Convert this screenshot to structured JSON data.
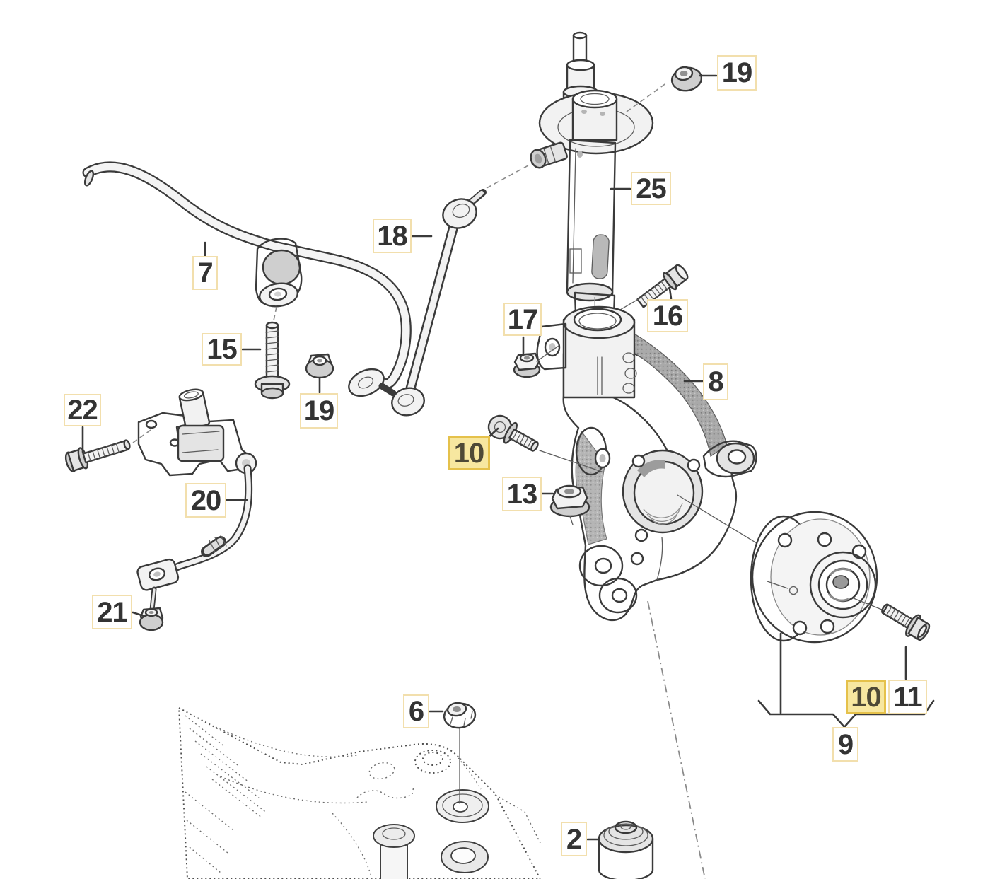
{
  "diagram": {
    "kind": "exploded-parts-diagram",
    "subject": "front suspension: strut, stabilizer bar, steering knuckle, wheel hub, level sensor, subframe",
    "callouts": {
      "n19top": {
        "text": "19",
        "highlighted": false
      },
      "n25": {
        "text": "25",
        "highlighted": false
      },
      "n18": {
        "text": "18",
        "highlighted": false
      },
      "n7": {
        "text": "7",
        "highlighted": false
      },
      "n16": {
        "text": "16",
        "highlighted": false
      },
      "n17": {
        "text": "17",
        "highlighted": false
      },
      "n15": {
        "text": "15",
        "highlighted": false
      },
      "n19mid": {
        "text": "19",
        "highlighted": false
      },
      "n8": {
        "text": "8",
        "highlighted": false
      },
      "n22": {
        "text": "22",
        "highlighted": false
      },
      "n10knuckle": {
        "text": "10",
        "highlighted": true
      },
      "n13": {
        "text": "13",
        "highlighted": false
      },
      "n20": {
        "text": "20",
        "highlighted": false
      },
      "n21": {
        "text": "21",
        "highlighted": false
      },
      "n6": {
        "text": "6",
        "highlighted": false
      },
      "n2": {
        "text": "2",
        "highlighted": false
      },
      "n10hub": {
        "text": "10",
        "highlighted": true
      },
      "n11": {
        "text": "11",
        "highlighted": false
      },
      "n9": {
        "text": "9",
        "highlighted": false
      }
    },
    "colors": {
      "callout_border": "#f2dfad",
      "callout_bg": "#ffffff",
      "callout_text": "#333333",
      "highlight_bg": "#f7e7a0",
      "highlight_border": "#e5c14b",
      "line": "#3a3a3a",
      "reference_dotted": "#4f4f4f"
    }
  }
}
